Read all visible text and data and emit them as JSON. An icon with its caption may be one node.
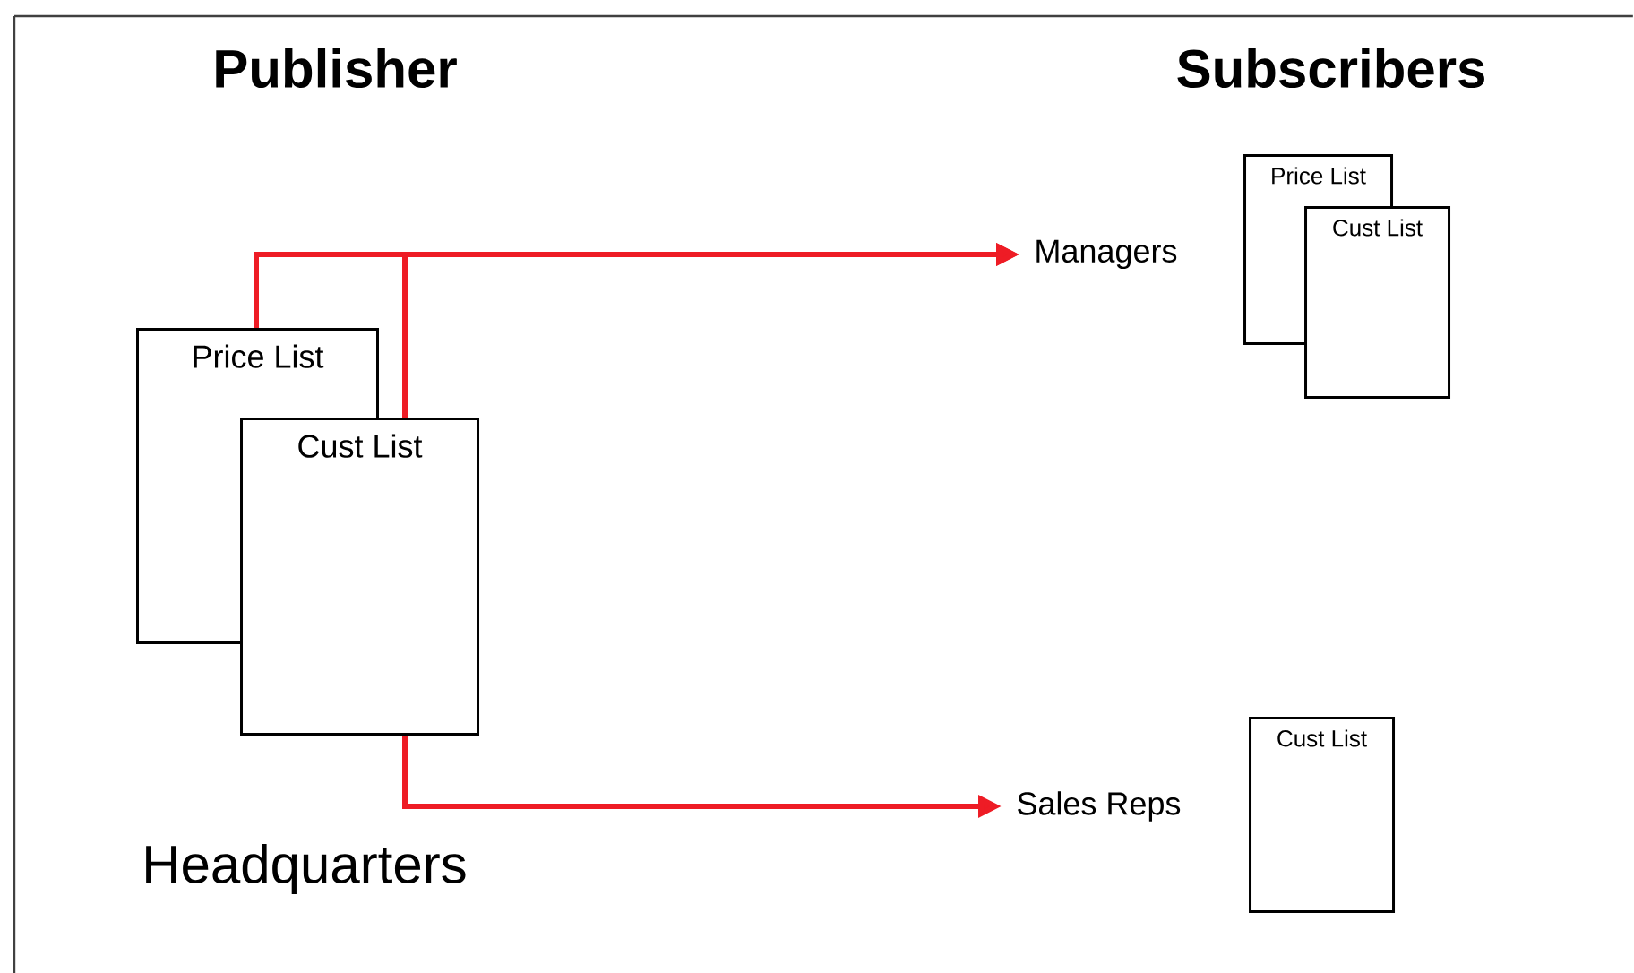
{
  "diagram": {
    "nodes": [
      {
        "text": [
          "Price List"
        ]
      },
      {
        "text": [
          "Cust List"
        ]
      },
      {
        "text": [
          "Managers"
        ]
      },
      {
        "text": [
          "Sales Reps"
        ]
      },
      {
        "text": [
          "Price List"
        ]
      },
      {
        "text": [
          "Cust List"
        ]
      },
      {
        "text": [
          "Cust List"
        ]
      }
    ],
    "edges": [
      {
        "from": 0,
        "to": 2,
        "arrow": "to"
      },
      {
        "from": 1,
        "to": 2,
        "arrow": "to"
      },
      {
        "from": 1,
        "to": 3,
        "arrow": "to"
      }
    ],
    "labels": [
      "Publisher",
      "Subscribers",
      "Headquarters"
    ]
  }
}
